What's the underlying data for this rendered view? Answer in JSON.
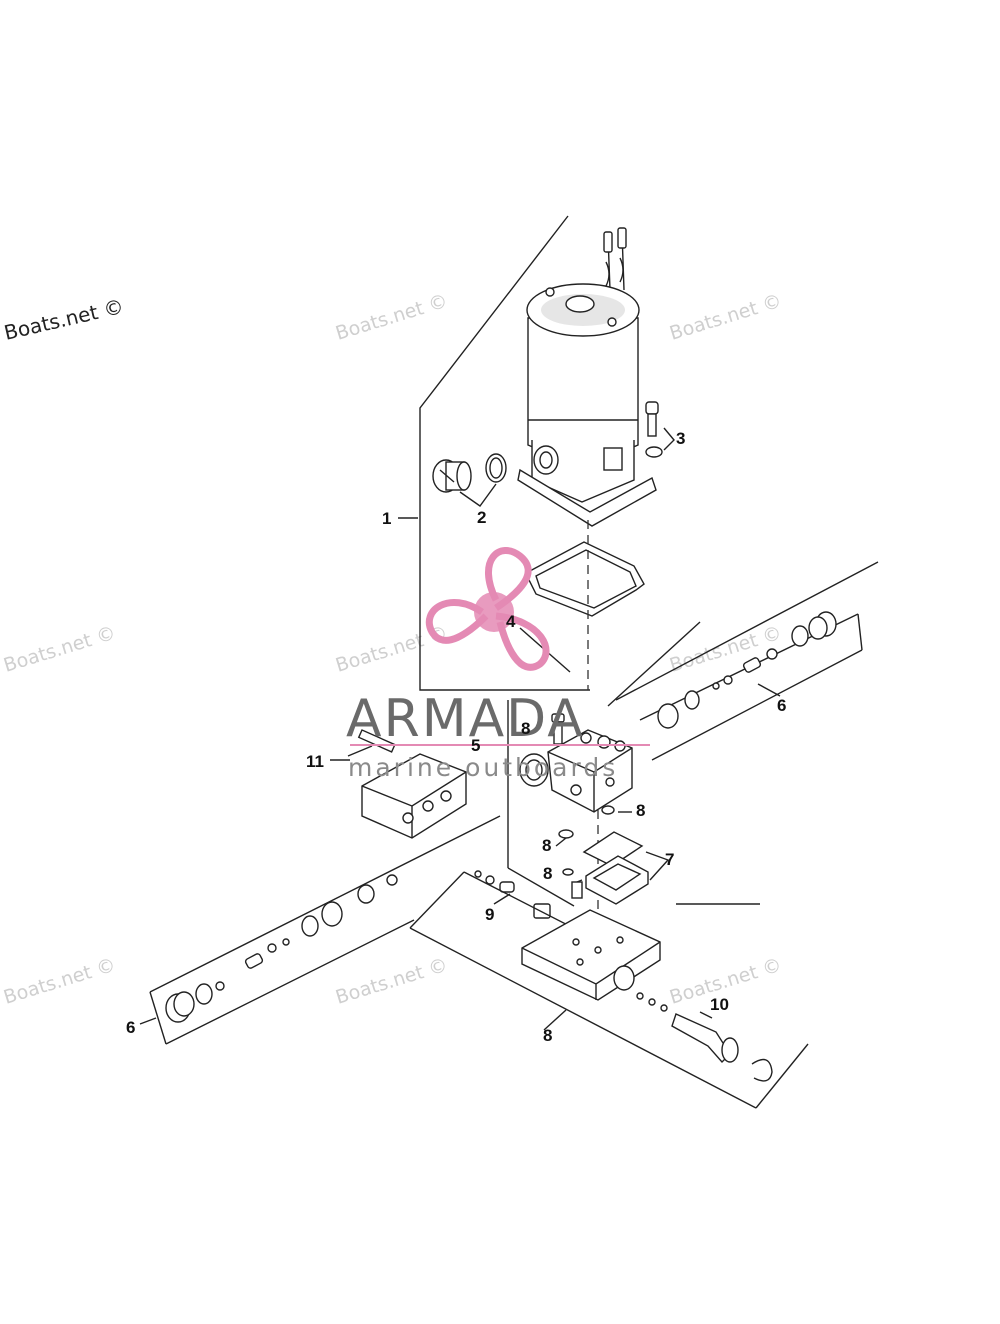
{
  "watermarks": {
    "top_left": "Boats.net ©",
    "repeat": "Boats.net ©"
  },
  "logo": {
    "name": "ARMADA",
    "tagline": "marine outboards",
    "accent_color": "#e48ab4"
  },
  "callouts": {
    "c1": "1",
    "c2": "2",
    "c3": "3",
    "c4": "4",
    "c5": "5",
    "c6a": "6",
    "c6b": "6",
    "c7": "7",
    "c8a": "8",
    "c8b": "8",
    "c8c": "8",
    "c8d": "8",
    "c8e": "8",
    "c9": "9",
    "c10": "10",
    "c11": "11"
  },
  "colors": {
    "line": "#222222",
    "watermark": "#cfcfcf"
  }
}
